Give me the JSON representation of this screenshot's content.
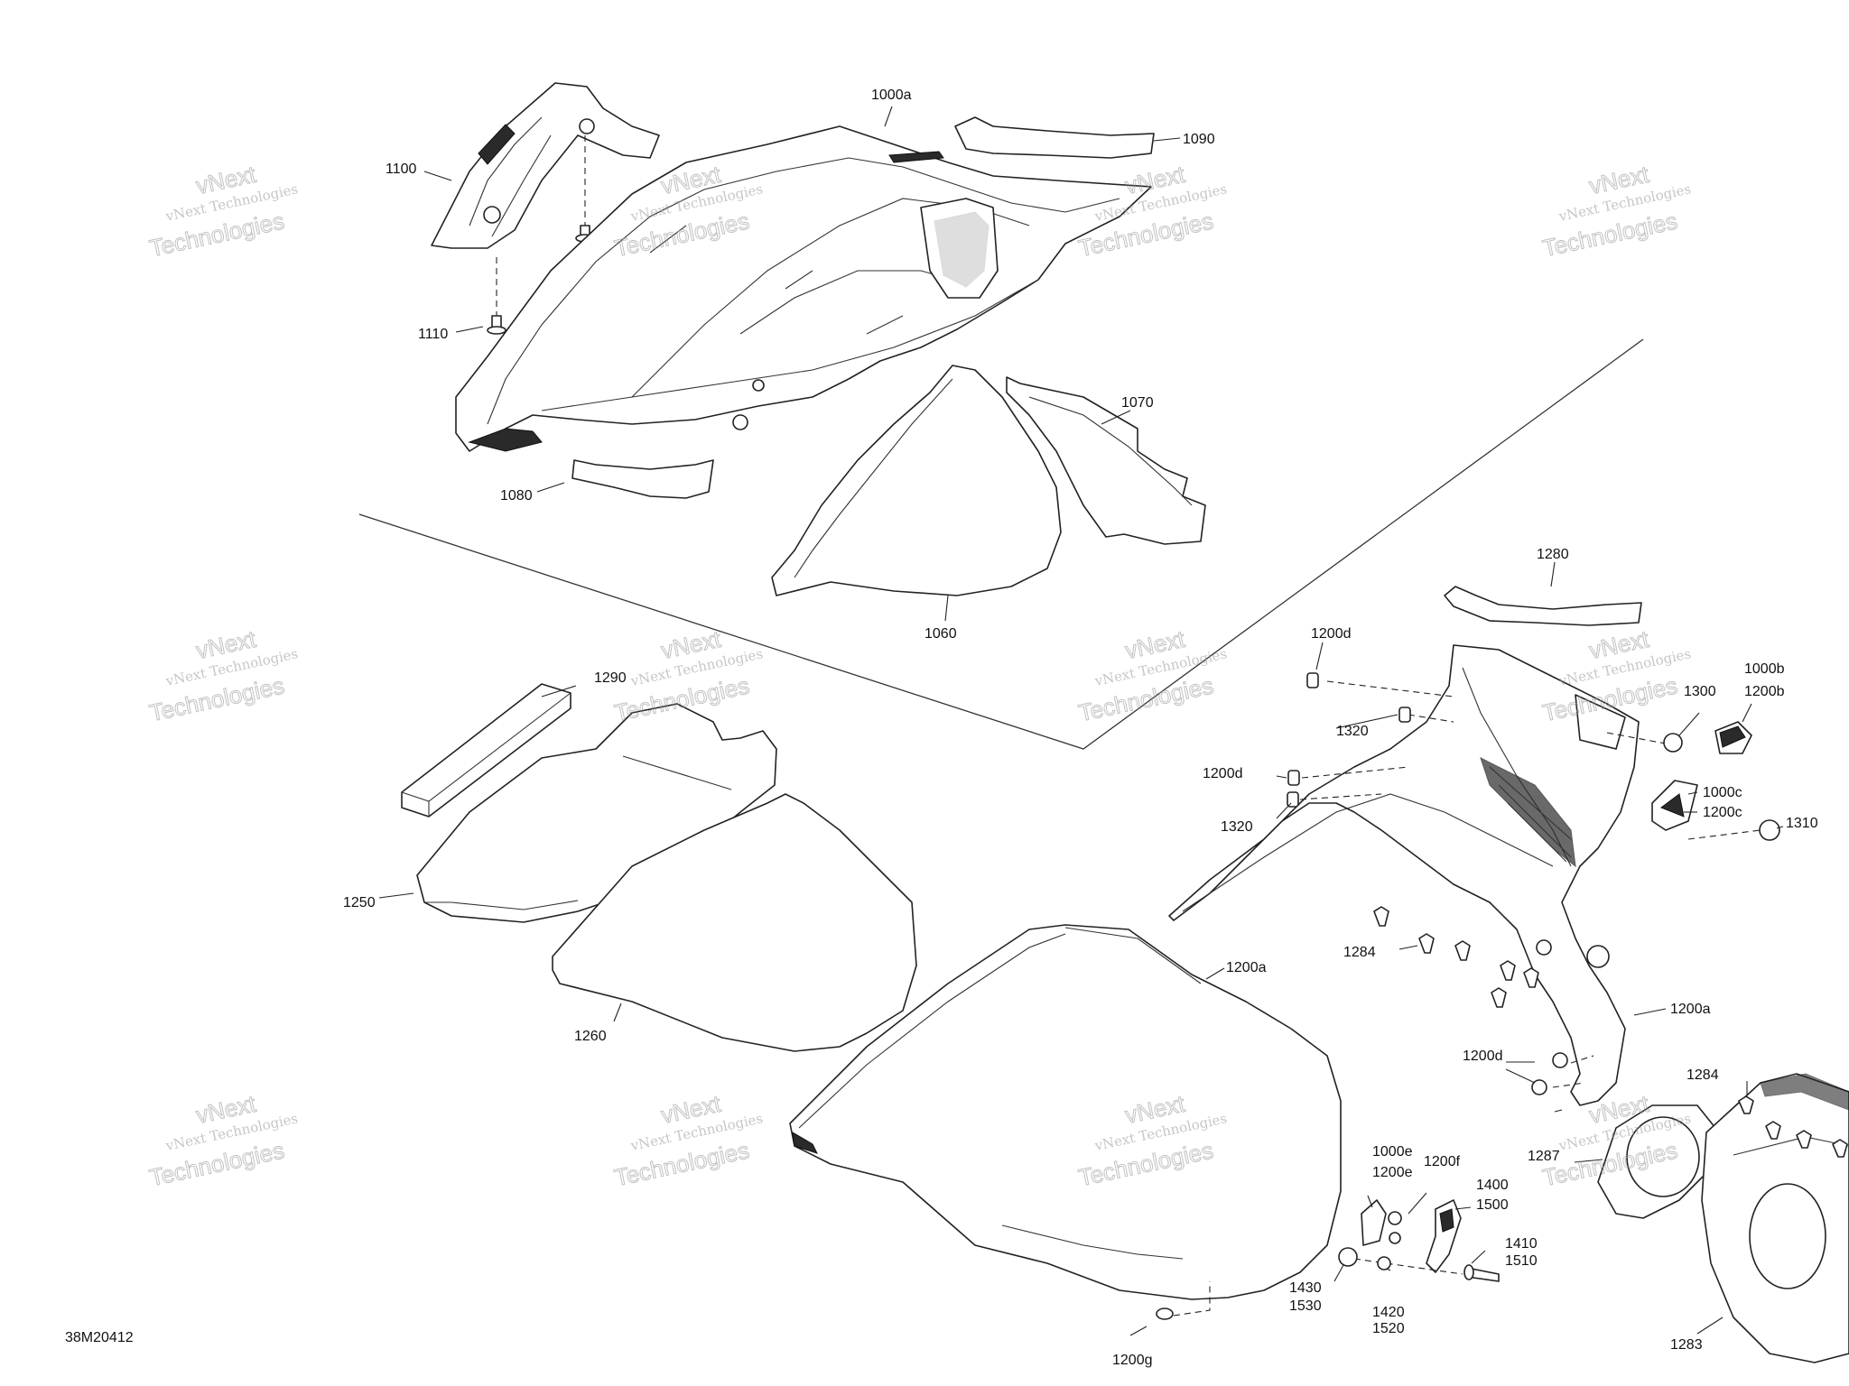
{
  "diagram_code": "38M20412",
  "watermark": {
    "line1": "vNext Technologies",
    "line2": "vNext",
    "line3": "Technologies"
  },
  "labels": {
    "l1000a_top": "1000a",
    "l1090": "1090",
    "l1100": "1100",
    "l1110": "1110",
    "l1070": "1070",
    "l1080": "1080",
    "l1060": "1060",
    "l1280": "1280",
    "l1200d_a": "1200d",
    "l1000b": "1000b",
    "l1200b": "1200b",
    "l1300": "1300",
    "l1320_a": "1320",
    "l1200d_b": "1200d",
    "l1000c": "1000c",
    "l1200c": "1200c",
    "l1310": "1310",
    "l1320_b": "1320",
    "l1290": "1290",
    "l1250": "1250",
    "l1284_a": "1284",
    "l1200a_mid": "1200a",
    "l1200a_right": "1200a",
    "l1260": "1260",
    "l1200d_c": "1200d",
    "l1284_b": "1284",
    "l1287": "1287",
    "l1000e": "1000e",
    "l1200e": "1200e",
    "l1200f": "1200f",
    "l1400": "1400",
    "l1500": "1500",
    "l1410": "1410",
    "l1510": "1510",
    "l1430": "1430",
    "l1530": "1530",
    "l1420": "1420",
    "l1520": "1520",
    "l1283": "1283",
    "l1200g": "1200g"
  }
}
